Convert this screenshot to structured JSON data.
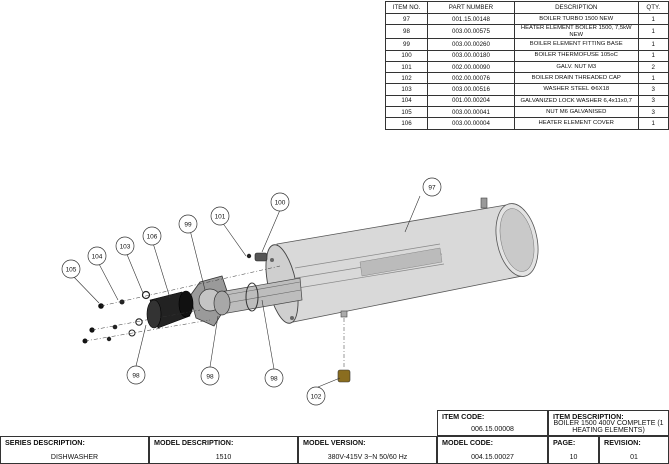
{
  "parts_table": {
    "headers": {
      "item": "ITEM NO.",
      "part": "PART NUMBER",
      "desc": "DESCRIPTION",
      "qty": "QTY."
    },
    "rows": [
      {
        "item": "97",
        "part": "001.15.00148",
        "desc": "BOILER TURBO 1500 NEW",
        "qty": "1"
      },
      {
        "item": "98",
        "part": "003.00.00575",
        "desc": "HEATER ELEMENT BOILER 1500, 7,5kW NEW",
        "qty": "1"
      },
      {
        "item": "99",
        "part": "003.00.00260",
        "desc": "BOILER ELEMENT FITTING BASE",
        "qty": "1"
      },
      {
        "item": "100",
        "part": "003.00.00180",
        "desc": "BOILER THERMOFUSE 105oC",
        "qty": "1"
      },
      {
        "item": "101",
        "part": "002.00.00090",
        "desc": "GALV. NUT M3",
        "qty": "2"
      },
      {
        "item": "102",
        "part": "002.00.00076",
        "desc": "BOILER DRAIN THREADED CAP",
        "qty": "1"
      },
      {
        "item": "103",
        "part": "003.00.00516",
        "desc": "WASHER STEEL Φ6X18",
        "qty": "3"
      },
      {
        "item": "104",
        "part": "001.00.00204",
        "desc": "GALVANIZED LOCK WASHER 6,4x11x0,7",
        "qty": "3"
      },
      {
        "item": "105",
        "part": "003.00.00041",
        "desc": "NUT M6 GALVANISED",
        "qty": "3"
      },
      {
        "item": "106",
        "part": "003.00.00004",
        "desc": "HEATER ELEMENT COVER",
        "qty": "1"
      }
    ]
  },
  "callouts": [
    "97",
    "98",
    "98",
    "98",
    "99",
    "100",
    "101",
    "102",
    "103",
    "104",
    "105",
    "106"
  ],
  "title_block": {
    "item_code": {
      "label": "ITEM CODE:",
      "value": "006.15.00008"
    },
    "item_description": {
      "label": "ITEM DESCRIPTION:",
      "value": "BOILER 1500 400V COMPLETE (1 HEATING ELEMENTS)"
    },
    "series": {
      "label": "SERIES DESCRIPTION:",
      "value": "DISHWASHER"
    },
    "model_desc": {
      "label": "MODEL DESCRIPTION:",
      "value": "1510"
    },
    "model_version": {
      "label": "MODEL VERSION:",
      "value": "380V-415V 3~N 50/60 Hz"
    },
    "model_code": {
      "label": "MODEL CODE:",
      "value": "004.15.00027"
    },
    "page": {
      "label": "PAGE:",
      "value": "10"
    },
    "revision": {
      "label": "REVISION:",
      "value": "01"
    }
  }
}
